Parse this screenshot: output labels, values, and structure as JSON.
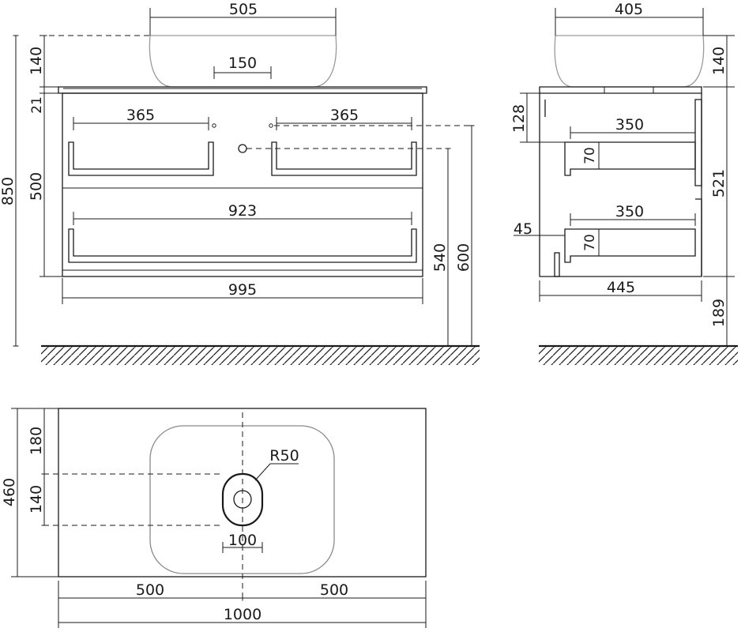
{
  "front_view": {
    "basin_width": "505",
    "drain_width": "150",
    "basin_height": "140",
    "top_thickness": "21",
    "drawer_left_width": "365",
    "drawer_right_width": "365",
    "cabinet_height": "500",
    "inner_width": "923",
    "cabinet_width": "995",
    "total_height": "850",
    "height_540": "540",
    "height_600": "600"
  },
  "side_view": {
    "basin_depth": "405",
    "basin_height": "140",
    "top_drawer_offset": "128",
    "drawer1_depth": "350",
    "drawer1_height": "70",
    "drawer2_depth": "350",
    "drawer2_height": "70",
    "cabinet_height": "521",
    "back_offset": "45",
    "cabinet_depth": "445",
    "floor_gap": "189"
  },
  "top_view": {
    "radius": "R50",
    "drain_width": "100",
    "depth_total": "460",
    "depth_front": "180",
    "depth_drain": "140",
    "half_left": "500",
    "half_right": "500",
    "width_total": "1000"
  }
}
